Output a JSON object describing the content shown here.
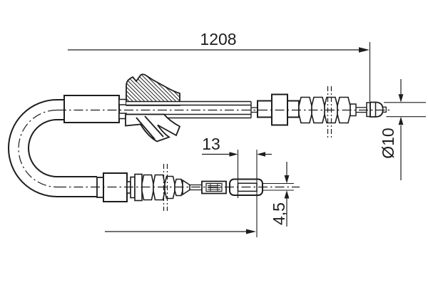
{
  "colors": {
    "background": "#ffffff",
    "line": "#1d1d1d",
    "hatch": "#2b2b2b"
  },
  "dimension_labels": {
    "overall_length": "1208",
    "fitting_length": "13",
    "rod_diameter": "4,5",
    "end_barrel_diameter": "Ø10"
  }
}
